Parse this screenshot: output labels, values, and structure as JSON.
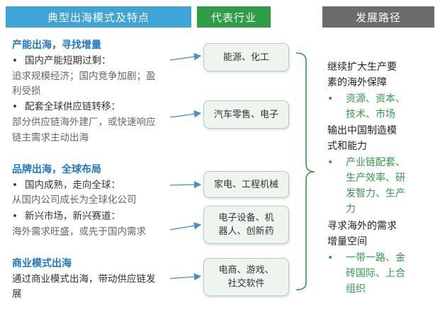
{
  "headers": {
    "col1": "典型出海模式及特点",
    "col2": "代表行业",
    "col3": "发展路径"
  },
  "left": {
    "s1_title": "产能出海，寻找增量",
    "s1_b1": "国内产能短期过剩：",
    "s1_d1_l1": "追求规模经济；国内竞争加剧；盈",
    "s1_d1_l2": "利受损",
    "s1_b2": "配套全球供应链转移：",
    "s1_d2_l1": "部分供应链海外建厂，或快速响应",
    "s1_d2_l2": "链主需求主动出海",
    "s2_title": "品牌出海，全球布局",
    "s2_b1": "国内成熟，走向全球：",
    "s2_d1": "从国内公司成长为全球化公司",
    "s2_b2": "新兴市场，新兴赛道：",
    "s2_d2": "海外需求旺盛，或先于国内需求",
    "s3_title": "商业模式出海",
    "s3_d1_l1": "通过商业模式出海，带动供应链发",
    "s3_d1_l2": "展"
  },
  "industries": {
    "b1": "能源、化工",
    "b2": "汽车零售、电子",
    "b3": "家电、工程机械",
    "b4_l1": "电子设备、机",
    "b4_l2": "器人、创新药",
    "b5_l1": "电商、游戏、",
    "b5_l2": "社交软件"
  },
  "path": {
    "p1_l1": "继续扩大生产要",
    "p1_l2": "素的海外保障",
    "p1_g1": "资源、资本、",
    "p1_g2": "技术、市场",
    "p2_l1": "输出中国制造模",
    "p2_l2": "式和能力",
    "p2_g1": "产业链配套、",
    "p2_g2": "生产效率、研",
    "p2_g3": "发智力、生产",
    "p2_g4": "力",
    "p3_l1": "寻求海外的需求",
    "p3_l2": "增量空间",
    "p3_g1": "一带一路、金",
    "p3_g2": "砖国际、上合",
    "p3_g3": "组织"
  },
  "colors": {
    "header_blue": "#3FA5D8",
    "header_green": "#2E9E45",
    "header_gray": "#6B6B6B",
    "title_blue": "#1F78C8",
    "accent_green": "#2E9E45"
  },
  "bullet_symbol": "•"
}
